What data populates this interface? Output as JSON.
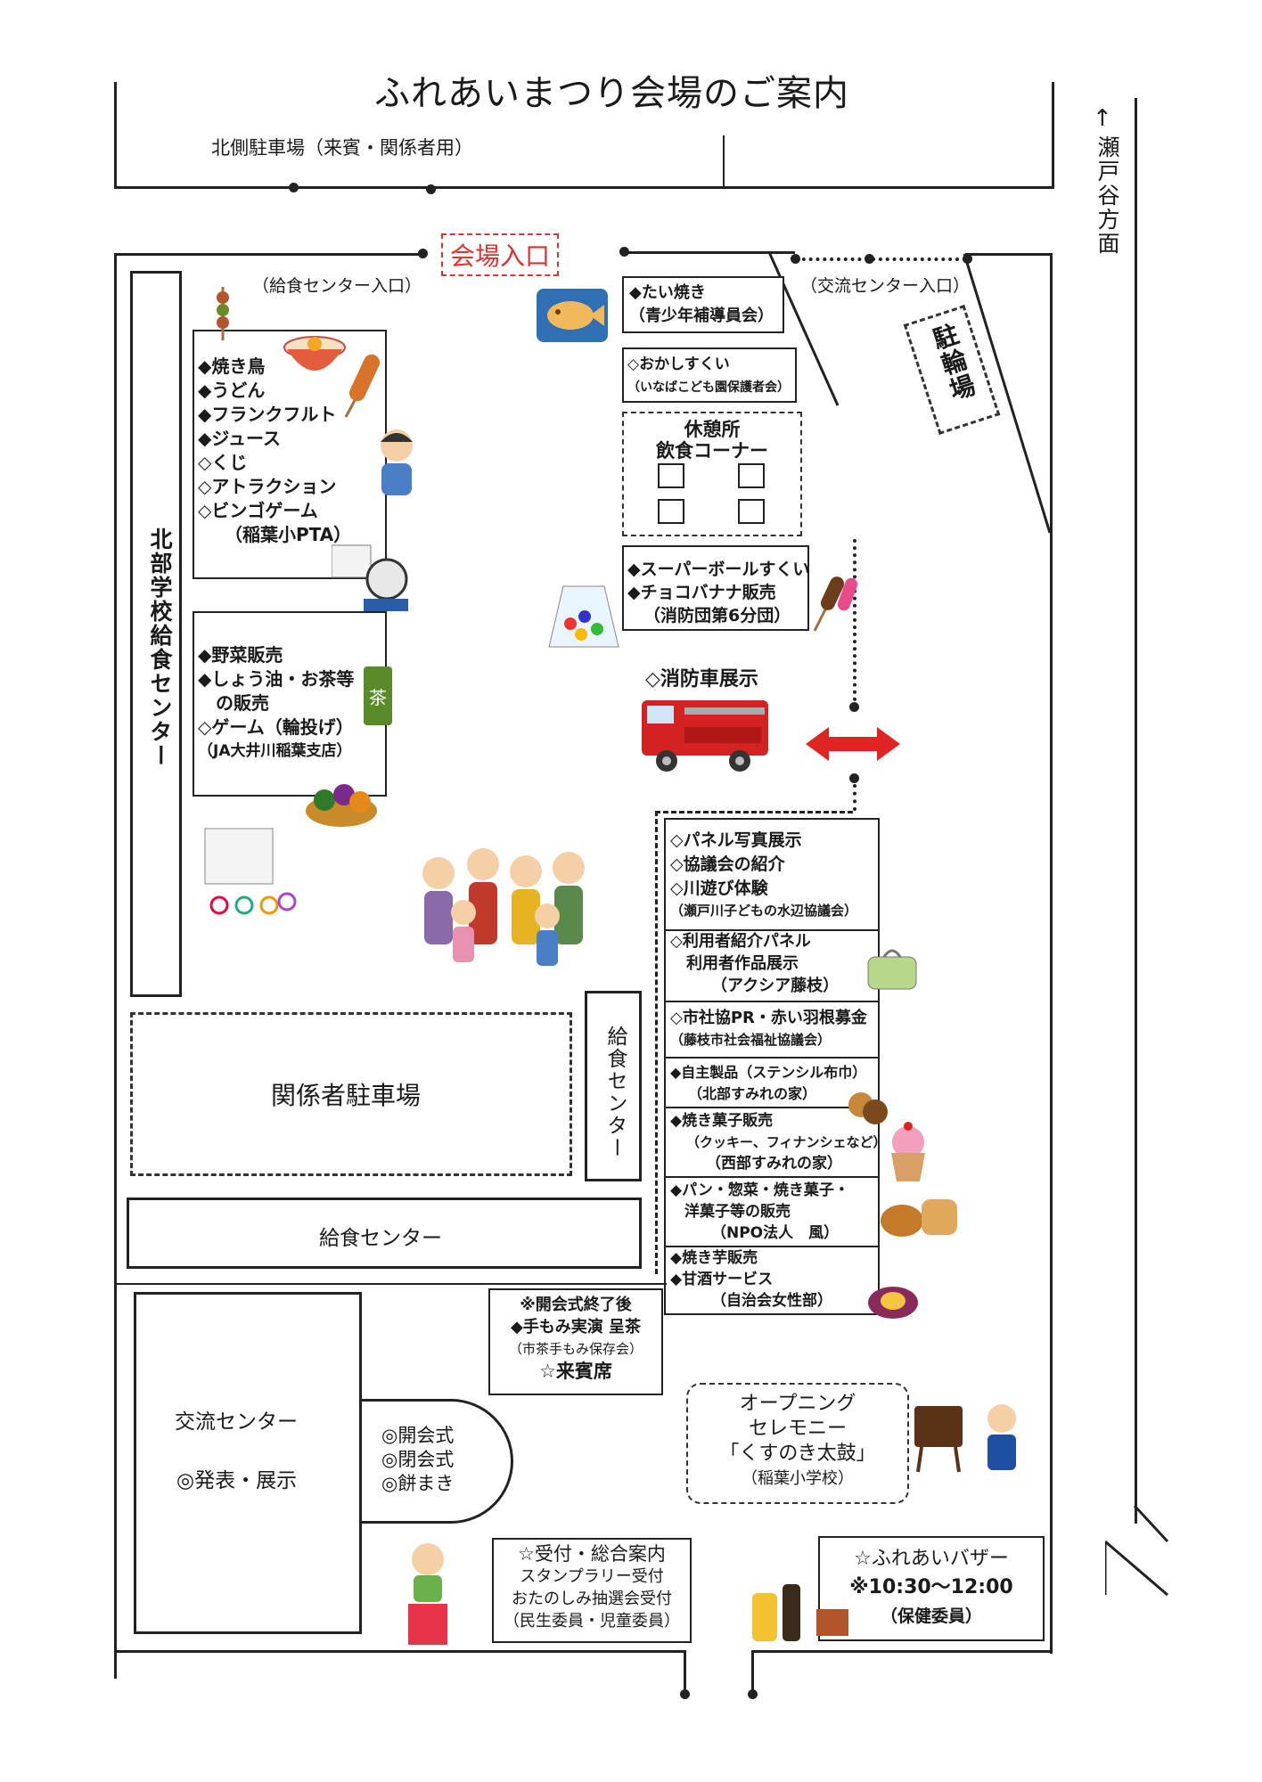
{
  "title": "ふれあいまつり会場のご案内",
  "north_parking": "北側駐車場（来賓・関係者用）",
  "direction": {
    "arrow": "↑",
    "label": "瀬戸谷方面"
  },
  "entrance": "会場入口",
  "kyushoku_entrance": "（給食センター入口）",
  "koryu_entrance": "（交流センター入口）",
  "bicycle_parking": "駐輪場",
  "north_school_kyushoku_center": "北部学校給食センター",
  "booth_food": {
    "items": [
      "◆焼き鳥",
      "◆うどん",
      "◆フランクフルト",
      "◆ジュース",
      "◇くじ",
      "◇アトラクション",
      "◇ビンゴゲーム"
    ],
    "org": "（稲葉小PTA）"
  },
  "booth_ja": {
    "items": [
      "◆野菜販売",
      "◆しょう油・お茶等",
      "　の販売",
      "◇ゲーム（輪投げ）"
    ],
    "org": "（JA大井川稲葉支店）"
  },
  "taiyaki": {
    "item": "◆たい焼き",
    "org": "（青少年補導員会）"
  },
  "okashi": {
    "item": "◇おかしすくい",
    "org": "（いなばこども園保護者会）"
  },
  "rest_area": {
    "line1": "休憩所",
    "line2": "飲食コーナー"
  },
  "superball": {
    "items": [
      "◆スーパーボールすくい",
      "◆チョコバナナ販売"
    ],
    "org": "（消防団第6分団）"
  },
  "fire_truck": "◇消防車展示",
  "right_booths": [
    {
      "items": [
        "◇パネル写真展示",
        "◇協議会の紹介",
        "◇川遊び体験"
      ],
      "org": "（瀬戸川子どもの水辺協議会）"
    },
    {
      "items": [
        "◇利用者紹介パネル",
        "　利用者作品展示"
      ],
      "org": "（アクシア藤枝）"
    },
    {
      "items": [
        "◇市社協PR・赤い羽根募金"
      ],
      "org": "（藤枝市社会福祉協議会）"
    },
    {
      "items": [
        "◆自主製品（ステンシル布巾）"
      ],
      "org": "（北部すみれの家）"
    },
    {
      "items": [
        "◆焼き菓子販売",
        "（クッキー、フィナンシェなど）"
      ],
      "org": "（西部すみれの家）"
    },
    {
      "items": [
        "◆パン・惣菜・焼き菓子・",
        "洋菓子等の販売"
      ],
      "org": "（NPO法人　風）"
    },
    {
      "items": [
        "◆焼き芋販売",
        "◆甘酒サービス"
      ],
      "org": "（自治会女性部）"
    }
  ],
  "staff_parking": "関係者駐車場",
  "kyushoku_center_v": "給食センター",
  "kyushoku_center_h": "給食センター",
  "tea": {
    "lines": [
      "※開会式終了後",
      "◆手もみ実演 呈茶"
    ],
    "org": "（市茶手もみ保存会）",
    "guest": "☆来賓席"
  },
  "koryu_center": {
    "name": "交流センター",
    "sub": "◎発表・展示"
  },
  "stage": [
    "◎開会式",
    "◎閉会式",
    "◎餅まき"
  ],
  "opening": {
    "lines": [
      "オープニング",
      "セレモニー",
      "「くすのき太鼓」"
    ],
    "org": "（稲葉小学校）"
  },
  "reception": {
    "lines": [
      "☆受付・総合案内",
      "スタンプラリー受付",
      "おたのしみ抽選会受付"
    ],
    "org": "（民生委員・児童委員）"
  },
  "bazaar": {
    "title": "☆ふれあいバザー",
    "time": "※10:30～12:00",
    "org": "（保健委員）"
  },
  "tea_sign": "茶",
  "colors": {
    "accent": "#e03030",
    "line": "#222222",
    "taiyaki_bg": "#2e6fb5",
    "fire": "#d42222"
  },
  "icons": [
    "taiyaki-icon",
    "udon-icon",
    "yakitori-icon",
    "frankfurt-icon",
    "bingo-icon",
    "tea-icon",
    "vegetable-icon",
    "ring-toss-icon",
    "candy-bag-icon",
    "choco-banana-icon",
    "fire-truck-icon",
    "double-arrow-icon",
    "family-icon",
    "wrapped-bundle-icon",
    "cookie-icon",
    "cupcake-icon",
    "bread-icon",
    "sweet-potato-icon",
    "taiko-drum-icon",
    "oil-bottle-icon",
    "gift-box-icon"
  ]
}
